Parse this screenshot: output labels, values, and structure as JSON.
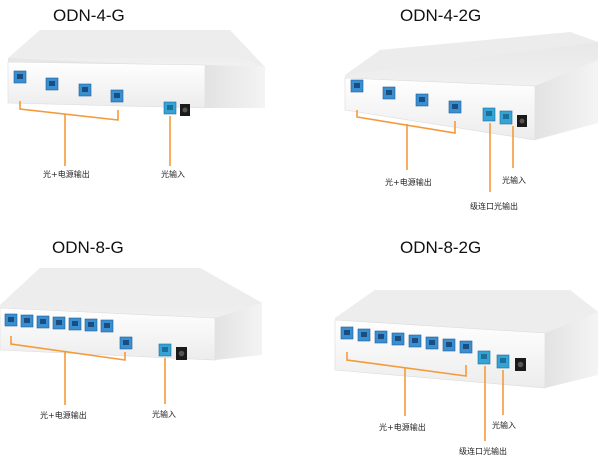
{
  "devices": [
    {
      "title": "ODN-4-G",
      "label_main": "光+电源输出",
      "label_input": "光输入"
    },
    {
      "title": "ODN-4-2G",
      "label_main": "光+电源输出",
      "label_input": "光输入",
      "label_cascade": "级连口光输出"
    },
    {
      "title": "ODN-8-G",
      "label_main": "光+电源输出",
      "label_input": "光输入"
    },
    {
      "title": "ODN-8-2G",
      "label_main": "光+电源输出",
      "label_input": "光输入",
      "label_cascade": "级连口光输出"
    }
  ],
  "colors": {
    "port_blue": "#3a8fd0",
    "fiber_port": "#34a3d6",
    "callout_orange": "#f59a3a",
    "shell_top": "#f1f1f1",
    "shell_front": "#fafafa"
  }
}
